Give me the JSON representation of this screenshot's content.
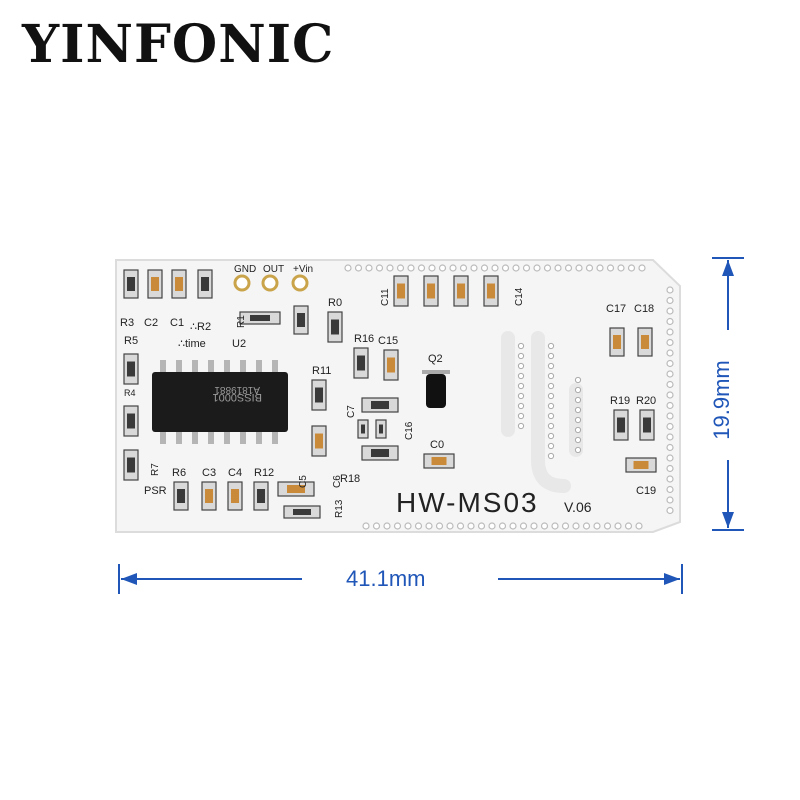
{
  "brand": "YINFONIC",
  "dimensions": {
    "width": "41.1mm",
    "height": "19.9mm"
  },
  "colors": {
    "dimension": "#1f56b8",
    "board": "#f4f4f4",
    "silkscreen": "#222222"
  },
  "board": {
    "model": "HW-MS03",
    "version": "V.06",
    "chip_marking_1": "BISS0001",
    "chip_marking_2": "A1819881",
    "pin_labels": [
      "GND",
      "OUT",
      "+Vin"
    ],
    "labels": {
      "r3": "R3",
      "c2": "C2",
      "c1": "C1",
      "r2": "∴R2",
      "r1": "R1",
      "time": "∴time",
      "u2": "U2",
      "r5": "R5",
      "r4": "R4",
      "r7": "R7",
      "r6": "R6",
      "c3": "C3",
      "c4": "C4",
      "r12": "R12",
      "psr": "PSR",
      "r13": "R13",
      "c6": "C6",
      "c5": "C5",
      "r0": "R0",
      "r11": "R11",
      "r16": "R16",
      "c15": "C15",
      "q2": "Q2",
      "c7": "C7",
      "c16": "C16",
      "c0": "C0",
      "r18": "R18",
      "c11": "C11",
      "c14": "C14",
      "c17": "C17",
      "c18": "C18",
      "r19": "R19",
      "r20": "R20",
      "c19": "C19"
    }
  }
}
